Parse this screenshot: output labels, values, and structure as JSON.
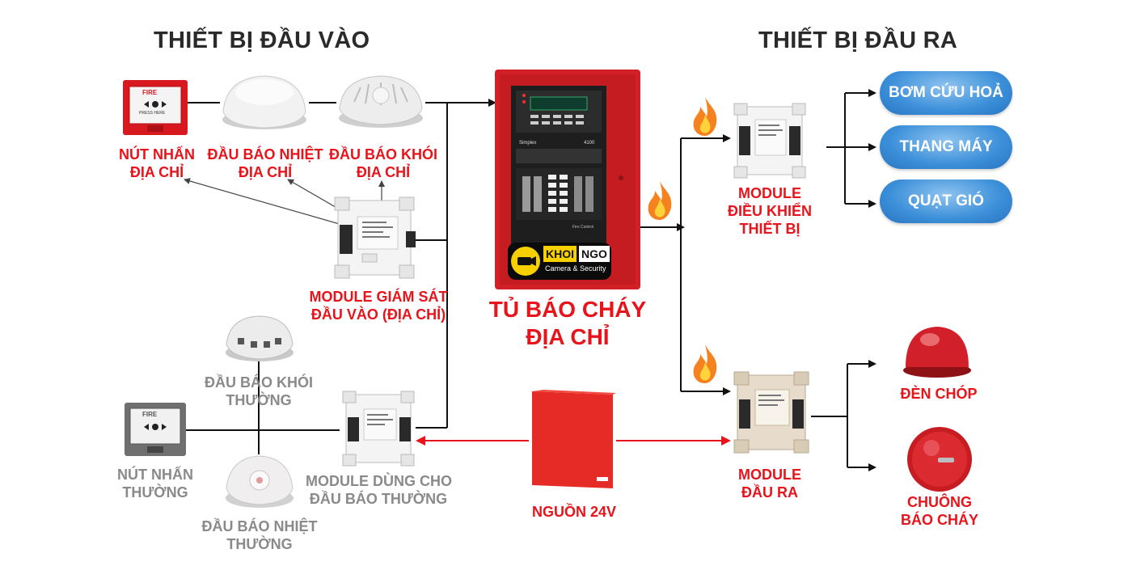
{
  "headings": {
    "inputs": "THIẾT BỊ ĐẦU VÀO",
    "outputs": "THIẾT BỊ ĐẦU RA"
  },
  "input_devices": {
    "addressable_call_point": [
      "NÚT NHẤN",
      "ĐỊA CHỈ"
    ],
    "addressable_heat_detector": [
      "ĐẦU BÁO NHIỆT",
      "ĐỊA CHỈ"
    ],
    "addressable_smoke_detector": [
      "ĐẦU BÁO KHÓI",
      "ĐỊA CHỈ"
    ],
    "input_monitor_module": [
      "MODULE GIÁM SÁT",
      "ĐẦU VÀO (ĐỊA CHỈ)"
    ],
    "conventional_smoke_detector": [
      "ĐẦU BÁO KHÓI",
      "THƯỜNG"
    ],
    "conventional_call_point": [
      "NÚT NHẤN",
      "THƯỜNG"
    ],
    "conventional_heat_detector": [
      "ĐẦU BÁO NHIỆT",
      "THƯỜNG"
    ],
    "conventional_zone_module": [
      "MODULE DÙNG CHO",
      "ĐẦU BÁO THƯỜNG"
    ]
  },
  "panel": {
    "title": [
      "TỦ BÁO CHÁY",
      "ĐỊA CHỈ"
    ],
    "power_supply": "NGUỒN 24V",
    "brand_name_left": "KHOI",
    "brand_name_right": "NGO",
    "brand_tagline": "Camera & Security",
    "panel_maker": "Simplex",
    "panel_model": "4100",
    "panel_caption": "Fire Control",
    "call_point_text": "FIRE",
    "call_point_sub": "PRESS HERE"
  },
  "output_devices": {
    "control_module": [
      "MODULE",
      "ĐIỀU KHIỂN",
      "THIẾT BỊ"
    ],
    "output_module": [
      "MODULE",
      "ĐẦU RA"
    ],
    "fire_pump": "BƠM CỨU HOẢ",
    "elevator": "THANG MÁY",
    "fan": "QUẠT GIÓ",
    "strobe": "ĐÈN CHÓP",
    "bell": [
      "CHUÔNG",
      "BÁO CHÁY"
    ]
  },
  "colors": {
    "accent_red": "#e8141b",
    "panel_red": "#d32027",
    "pill_blue": "#3b8fd9",
    "line_black": "#111111",
    "flame_orange": "#f5821f"
  }
}
